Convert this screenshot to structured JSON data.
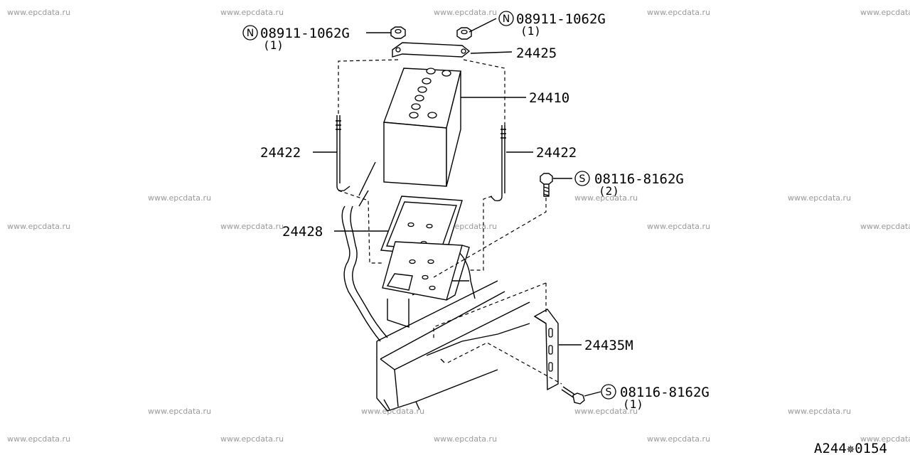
{
  "watermark": "www.epcdata.ru",
  "diagram_code": "A244✵0154",
  "callouts": {
    "nut_left": {
      "prefix": "N",
      "part": "08911-1062G",
      "qty": "(1)"
    },
    "nut_right": {
      "prefix": "N",
      "part": "08911-1062G",
      "qty": "(1)"
    },
    "bolt_mid": {
      "prefix": "S",
      "part": "08116-8162G",
      "qty": "(2)"
    },
    "bolt_low": {
      "prefix": "S",
      "part": "08116-8162G",
      "qty": "(1)"
    }
  },
  "part_numbers": {
    "frame": "24425",
    "battery": "24410",
    "rod_left": "24422",
    "rod_right": "24422",
    "tray": "24428",
    "bracket": "24435M"
  }
}
